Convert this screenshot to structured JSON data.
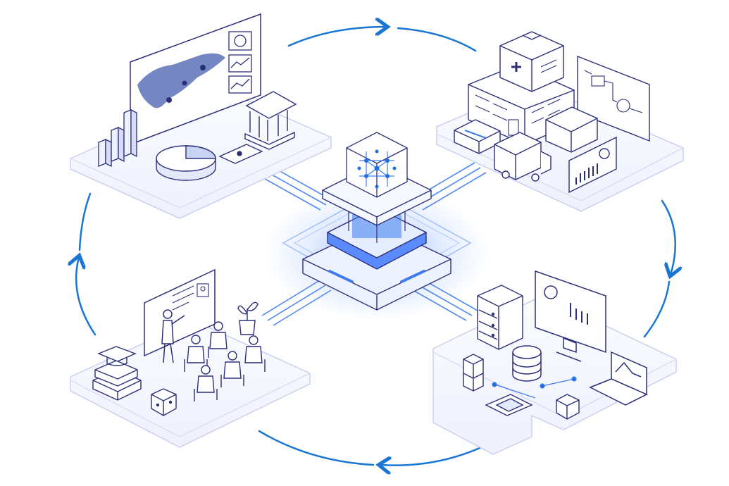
{
  "diagram": {
    "hub": {
      "icon": "network-cube-icon"
    },
    "platforms": [
      {
        "id": "finance",
        "icons": [
          "world-map-icon",
          "bar-chart-icon",
          "pie-chart-icon",
          "bank-icon",
          "document-icon",
          "line-chart-icon"
        ]
      },
      {
        "id": "healthcare-logistics",
        "icons": [
          "hospital-icon",
          "medical-kit-icon",
          "server-icon",
          "truck-icon",
          "workflow-diagram-icon",
          "dashboard-monitor-icon"
        ]
      },
      {
        "id": "education",
        "icons": [
          "presentation-board-icon",
          "presenter-icon",
          "audience-icon",
          "graduation-cap-icon",
          "books-icon",
          "plant-icon",
          "cube-icon"
        ]
      },
      {
        "id": "data-infrastructure",
        "icons": [
          "server-rack-icon",
          "analytics-monitor-icon",
          "database-icon",
          "laptop-icon",
          "chip-icon",
          "cube-icon"
        ]
      }
    ],
    "cycle_direction": "clockwise",
    "colors": {
      "accent": "#1e6fe0",
      "glow": "#4a86ff",
      "line": "#2b2f7a",
      "platform_fill": "#f4f6ff",
      "platform_edge": "#d9def7",
      "arrow": "#1976d2"
    }
  }
}
